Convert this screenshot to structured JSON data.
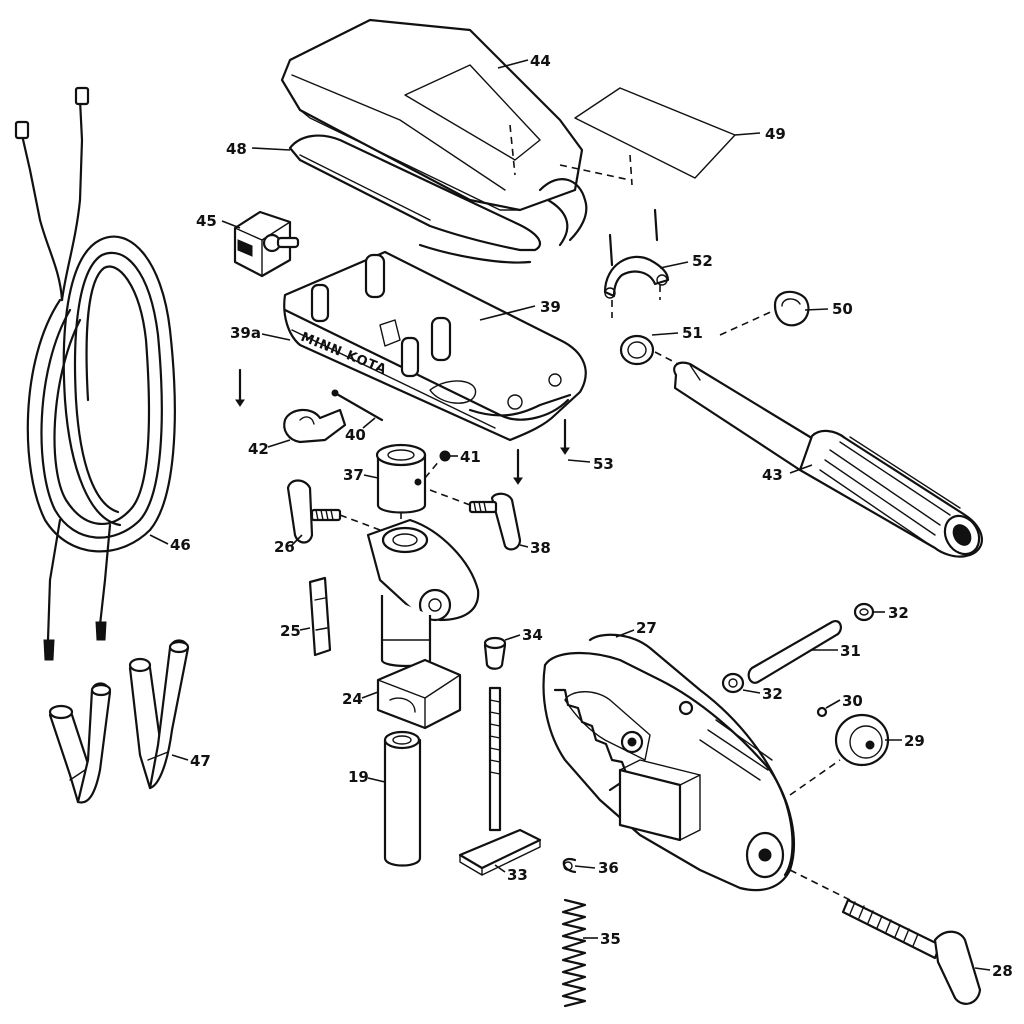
{
  "brand_text": "MINN KOTA",
  "callouts": {
    "c44": "44",
    "c48": "48",
    "c49": "49",
    "c45": "45",
    "c52": "52",
    "c39": "39",
    "c39a": "39a",
    "c50": "50",
    "c51": "51",
    "c40": "40",
    "c42": "42",
    "c41": "41",
    "c53": "53",
    "c37": "37",
    "c43": "43",
    "c46": "46",
    "c26": "26",
    "c38": "38",
    "c27": "27",
    "c32a": "32",
    "c25": "25",
    "c34": "34",
    "c31": "31",
    "c32b": "32",
    "c24": "24",
    "c30": "30",
    "c29": "29",
    "c47": "47",
    "c19": "19",
    "c33": "33",
    "c36": "36",
    "c35": "35",
    "c28": "28"
  }
}
